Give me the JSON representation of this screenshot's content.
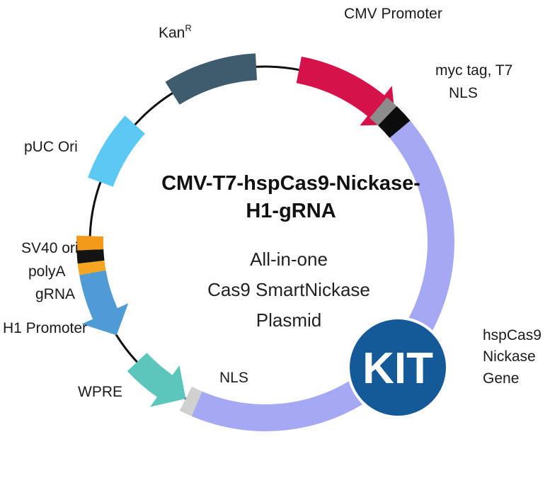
{
  "title": {
    "line1": "CMV-T7-hspCas9-Nickase-",
    "line2": "H1-gRNA"
  },
  "subtitle": {
    "line1": "All-in-one",
    "line2": "Cas9 SmartNickase",
    "line3": "Plasmid"
  },
  "badge": {
    "text": "KIT",
    "color": "#155a98"
  },
  "features": {
    "cmv_promoter": {
      "label": "CMV Promoter",
      "color": "#d5124a"
    },
    "myc_tag_t7": {
      "label": "myc tag, T7",
      "color": "#8c8c8c"
    },
    "nls_top": {
      "label": "NLS",
      "color": "#0c0c0c"
    },
    "hspcas9": {
      "line1": "hspCas9",
      "line2": "Nickase",
      "line3": "Gene",
      "color": "#a5a8f3"
    },
    "nls_bottom": {
      "label": "NLS",
      "color": "#d0d0d0"
    },
    "wpre": {
      "label": "WPRE",
      "color": "#5cc6bc"
    },
    "h1_promoter": {
      "label": "H1 Promoter",
      "color": "#4f9bd6"
    },
    "grna": {
      "label": "gRNA",
      "color": "#f6a521"
    },
    "polya": {
      "label": "polyA",
      "color": "#141414"
    },
    "sv40_ori": {
      "label": "SV40 ori",
      "color": "#f49a1b"
    },
    "puc_ori": {
      "label": "pUC Ori",
      "color": "#5cc8f4"
    },
    "kanr": {
      "label": "Kan",
      "superscript": "R",
      "color": "#3f5c6e"
    }
  }
}
